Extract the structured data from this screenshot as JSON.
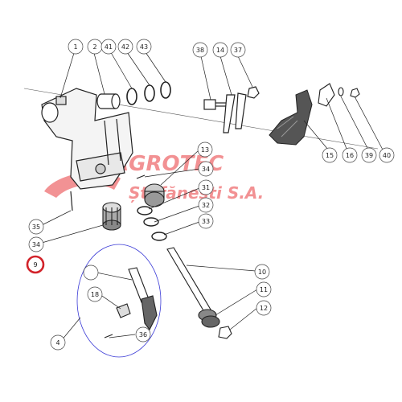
{
  "watermark": {
    "brand": "AGROTEC",
    "location": "Ștefănești  S.A.",
    "color": "#e8393c"
  },
  "highlight_color": "#d2232a",
  "group_outline_color": "#3b3bd6",
  "callouts": {
    "c1": "1",
    "c2": "2",
    "c41": "41",
    "c42": "42",
    "c43": "43",
    "c38": "38",
    "c14": "14",
    "c37": "37",
    "c15": "15",
    "c16": "16",
    "c39": "39",
    "c40": "40",
    "c13": "13",
    "c34a": "34",
    "c31": "31",
    "c32": "32",
    "c33": "33",
    "c35": "35",
    "c34b": "34",
    "c9": "9",
    "c10": "10",
    "c11": "11",
    "c12": "12",
    "c4": "4",
    "c18": "18",
    "c36": "36",
    "cblank": ""
  }
}
